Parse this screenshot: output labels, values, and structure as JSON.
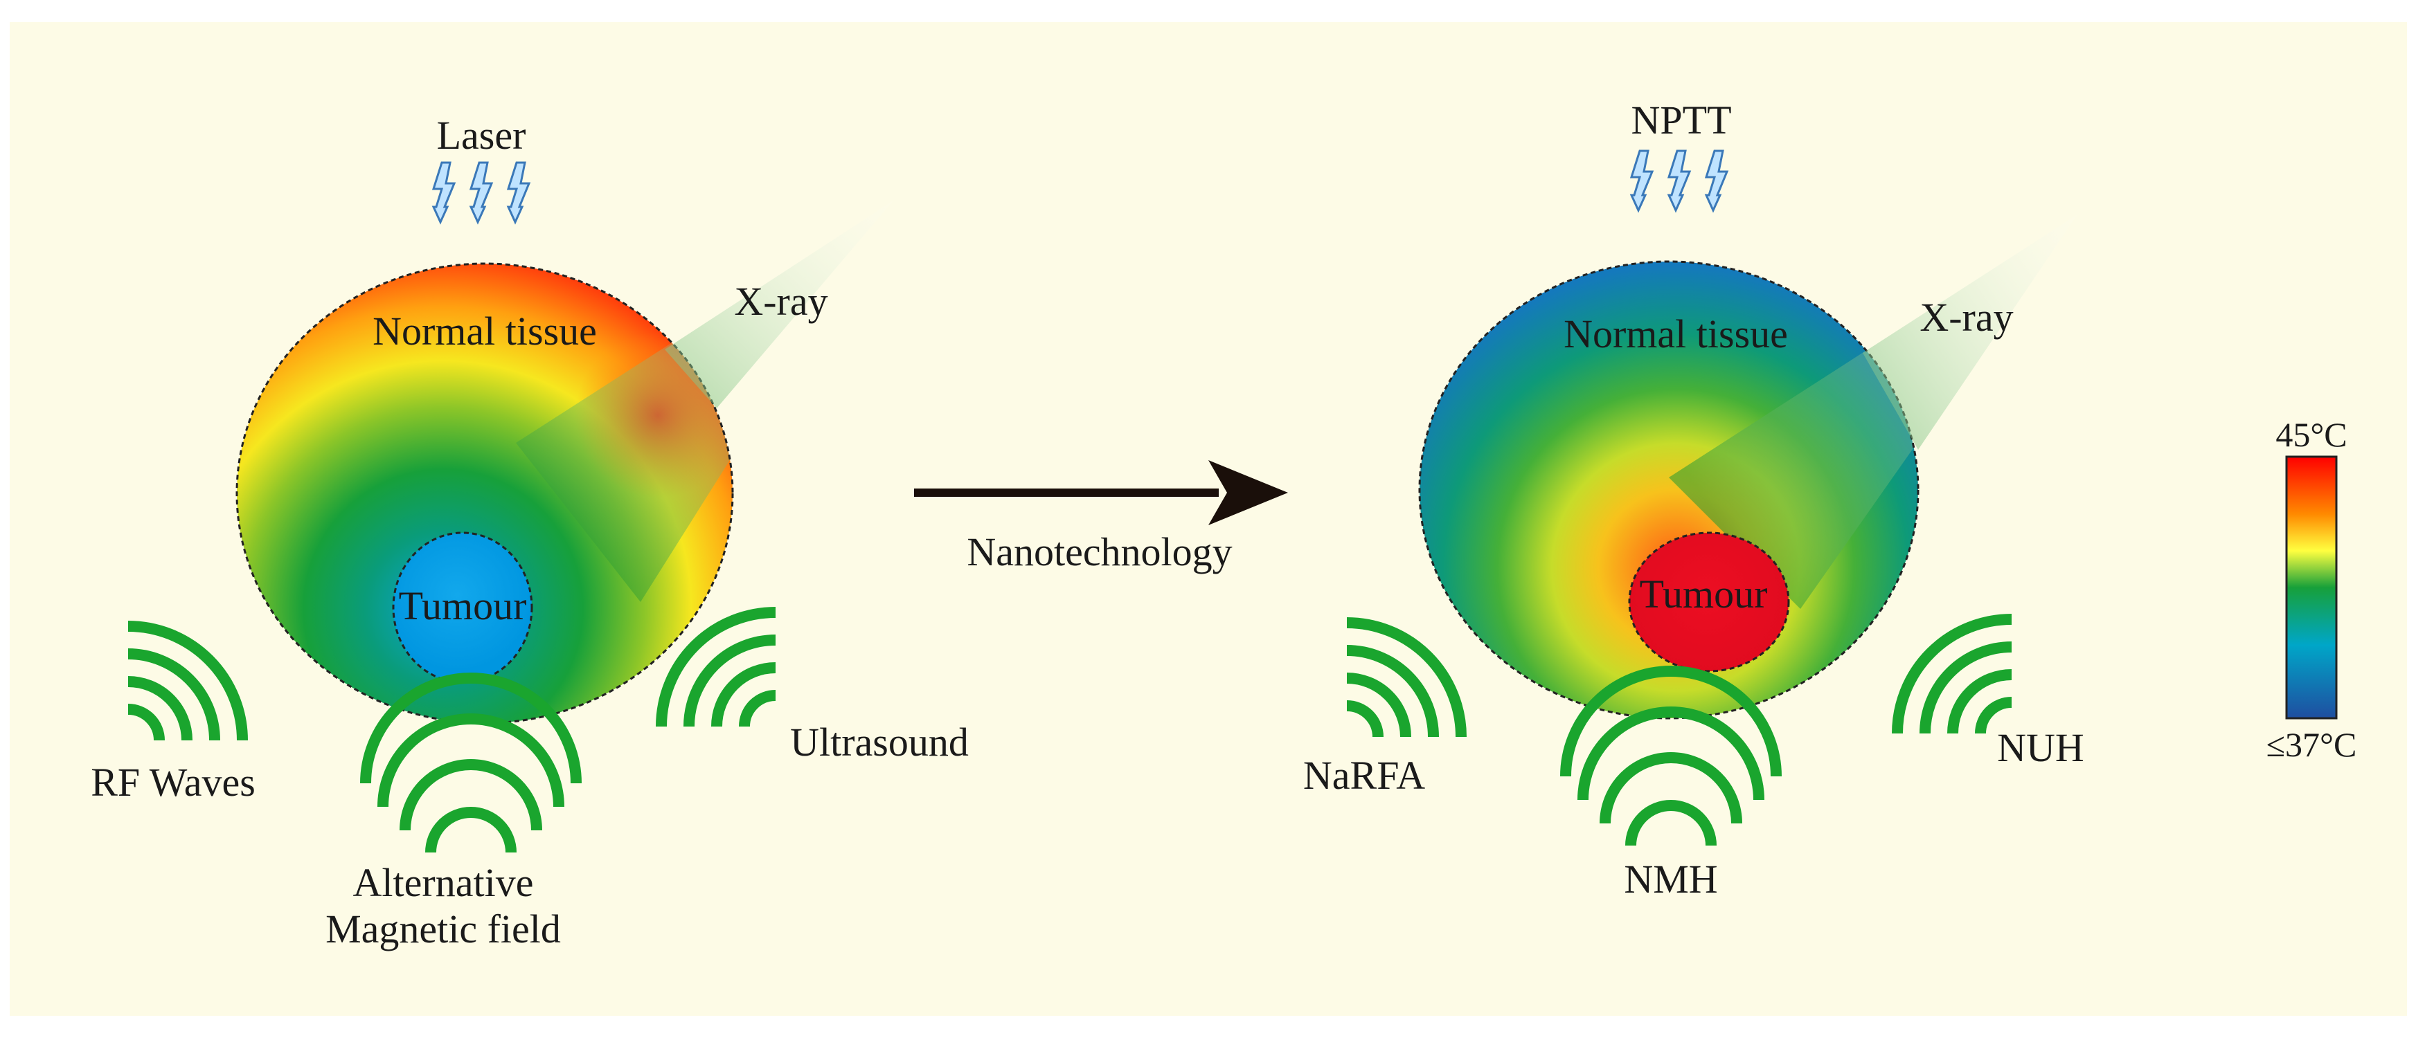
{
  "left_panel": {
    "laser_label": "Laser",
    "xray_label": "X-ray",
    "normal_tissue_label": "Normal tissue",
    "tumour_label": "Tumour",
    "rf_label": "RF Waves",
    "ultrasound_label": "Ultrasound",
    "amf_label_line1": "Alternative",
    "amf_label_line2": "Magnetic field"
  },
  "arrow": {
    "label": "Nanotechnology"
  },
  "right_panel": {
    "nptt_label": "NPTT",
    "xray_label": "X-ray",
    "normal_tissue_label": "Normal tissue",
    "tumour_label": "Tumour",
    "narfa_label": "NaRFA",
    "nuh_label": "NUH",
    "nmh_label": "NMH"
  },
  "color_scale": {
    "max_label": "45°C",
    "min_label": "≤37°C",
    "stops": [
      "#ff0000",
      "#ffaa00",
      "#ffff33",
      "#19a03c",
      "#00a0d2",
      "#1f4ea0"
    ]
  },
  "colors": {
    "background": "#fdfbe6",
    "wave_green": "#1aa52e",
    "bolt_fill": "#bfe3ff",
    "bolt_stroke": "#3a78b8",
    "tumour_hot": "#e60d20",
    "tumour_cold": "#0096e0",
    "tissue_cold": "#1f6fb8"
  }
}
